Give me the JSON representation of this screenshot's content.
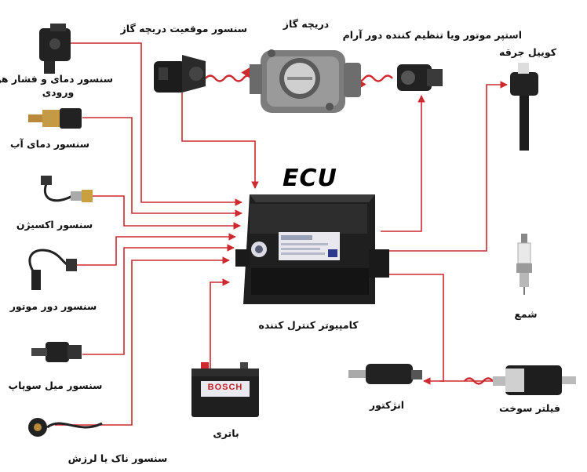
{
  "diagram": {
    "title": "ECU",
    "colors": {
      "wire": "#cc2a2f",
      "ecu_body": "#2b2b2b",
      "label": "#111111"
    },
    "labels": {
      "ecu": "کامپیوتر کنترل کننده",
      "map_sensor_line1": "سنسور دمای و فشار هوای",
      "map_sensor_line2": "ورودی",
      "coolant_sensor": "سنسور دمای آب",
      "oxygen_sensor": "سنسور اکسیژن",
      "rpm_sensor": "سنسور دور موتور",
      "cam_sensor": "سنسور میل سوپاپ",
      "knock_sensor": "سنسور ناک یا لرزش",
      "tps_sensor": "سنسور موقعیت دریچه گاز",
      "throttle_body": "دریچه گاز",
      "idle_motor": "استپر موتور ویا تنظیم کننده دور آرام",
      "ignition_coil": "کوییل جرقه",
      "spark_plug": "شمع",
      "battery": "باتری",
      "injector": "انژکتور",
      "fuel_filter": "فیلتر سوخت",
      "battery_brand": "BOSCH"
    }
  }
}
